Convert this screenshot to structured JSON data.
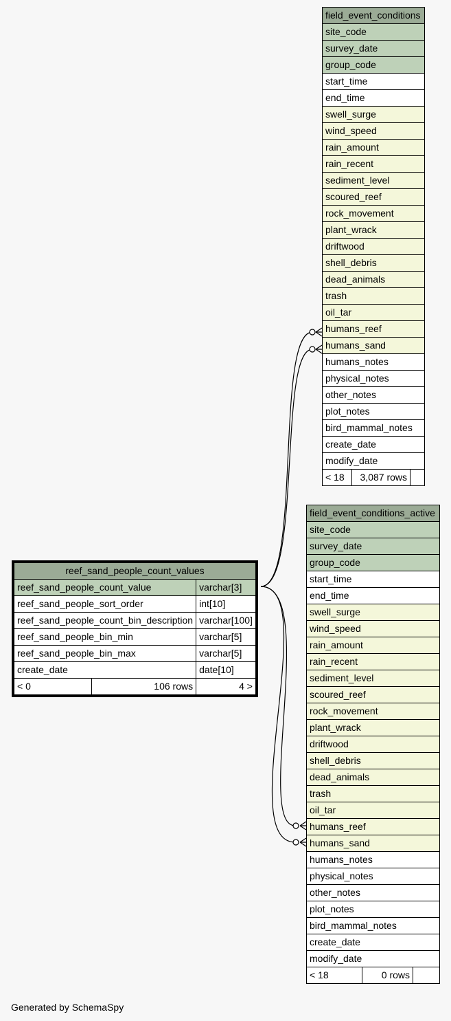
{
  "tables": {
    "field_event_conditions": {
      "name": "field_event_conditions",
      "columns": [
        {
          "name": "site_code",
          "kind": "pk"
        },
        {
          "name": "survey_date",
          "kind": "pk"
        },
        {
          "name": "group_code",
          "kind": "pk"
        },
        {
          "name": "start_time",
          "kind": "plain"
        },
        {
          "name": "end_time",
          "kind": "plain"
        },
        {
          "name": "swell_surge",
          "kind": "fk"
        },
        {
          "name": "wind_speed",
          "kind": "fk"
        },
        {
          "name": "rain_amount",
          "kind": "fk"
        },
        {
          "name": "rain_recent",
          "kind": "fk"
        },
        {
          "name": "sediment_level",
          "kind": "fk"
        },
        {
          "name": "scoured_reef",
          "kind": "fk"
        },
        {
          "name": "rock_movement",
          "kind": "fk"
        },
        {
          "name": "plant_wrack",
          "kind": "fk"
        },
        {
          "name": "driftwood",
          "kind": "fk"
        },
        {
          "name": "shell_debris",
          "kind": "fk"
        },
        {
          "name": "dead_animals",
          "kind": "fk"
        },
        {
          "name": "trash",
          "kind": "fk"
        },
        {
          "name": "oil_tar",
          "kind": "fk"
        },
        {
          "name": "humans_reef",
          "kind": "fk"
        },
        {
          "name": "humans_sand",
          "kind": "fk"
        },
        {
          "name": "humans_notes",
          "kind": "plain"
        },
        {
          "name": "physical_notes",
          "kind": "plain"
        },
        {
          "name": "other_notes",
          "kind": "plain"
        },
        {
          "name": "plot_notes",
          "kind": "plain"
        },
        {
          "name": "bird_mammal_notes",
          "kind": "plain"
        },
        {
          "name": "create_date",
          "kind": "plain"
        },
        {
          "name": "modify_date",
          "kind": "plain"
        }
      ],
      "footer": {
        "parents": "< 18",
        "rows": "3,087 rows",
        "children": ""
      }
    },
    "field_event_conditions_active": {
      "name": "field_event_conditions_active",
      "columns": [
        {
          "name": "site_code",
          "kind": "pk"
        },
        {
          "name": "survey_date",
          "kind": "pk"
        },
        {
          "name": "group_code",
          "kind": "pk"
        },
        {
          "name": "start_time",
          "kind": "plain"
        },
        {
          "name": "end_time",
          "kind": "plain"
        },
        {
          "name": "swell_surge",
          "kind": "fk"
        },
        {
          "name": "wind_speed",
          "kind": "fk"
        },
        {
          "name": "rain_amount",
          "kind": "fk"
        },
        {
          "name": "rain_recent",
          "kind": "fk"
        },
        {
          "name": "sediment_level",
          "kind": "fk"
        },
        {
          "name": "scoured_reef",
          "kind": "fk"
        },
        {
          "name": "rock_movement",
          "kind": "fk"
        },
        {
          "name": "plant_wrack",
          "kind": "fk"
        },
        {
          "name": "driftwood",
          "kind": "fk"
        },
        {
          "name": "shell_debris",
          "kind": "fk"
        },
        {
          "name": "dead_animals",
          "kind": "fk"
        },
        {
          "name": "trash",
          "kind": "fk"
        },
        {
          "name": "oil_tar",
          "kind": "fk"
        },
        {
          "name": "humans_reef",
          "kind": "fk"
        },
        {
          "name": "humans_sand",
          "kind": "fk"
        },
        {
          "name": "humans_notes",
          "kind": "plain"
        },
        {
          "name": "physical_notes",
          "kind": "plain"
        },
        {
          "name": "other_notes",
          "kind": "plain"
        },
        {
          "name": "plot_notes",
          "kind": "plain"
        },
        {
          "name": "bird_mammal_notes",
          "kind": "plain"
        },
        {
          "name": "create_date",
          "kind": "plain"
        },
        {
          "name": "modify_date",
          "kind": "plain"
        }
      ],
      "footer": {
        "parents": "< 18",
        "rows": "0 rows",
        "children": ""
      }
    },
    "reef_sand_people_count_values": {
      "name": "reef_sand_people_count_values",
      "columns": [
        {
          "name": "reef_sand_people_count_value",
          "type": "varchar[3]",
          "kind": "pk"
        },
        {
          "name": "reef_sand_people_sort_order",
          "type": "int[10]",
          "kind": "plain"
        },
        {
          "name": "reef_sand_people_count_bin_description",
          "type": "varchar[100]",
          "kind": "plain"
        },
        {
          "name": "reef_sand_people_bin_min",
          "type": "varchar[5]",
          "kind": "plain"
        },
        {
          "name": "reef_sand_people_bin_max",
          "type": "varchar[5]",
          "kind": "plain"
        },
        {
          "name": "create_date",
          "type": "date[10]",
          "kind": "plain"
        }
      ],
      "footer": {
        "parents": "< 0",
        "rows": "106 rows",
        "children": "4 >"
      }
    }
  },
  "footer_text": "Generated by SchemaSpy",
  "colors": {
    "background": "#f7f7f7",
    "table_title": "#9bab96",
    "primary_key": "#bed1b8",
    "foreign_key": "#f4f7da",
    "plain": "#ffffff"
  }
}
